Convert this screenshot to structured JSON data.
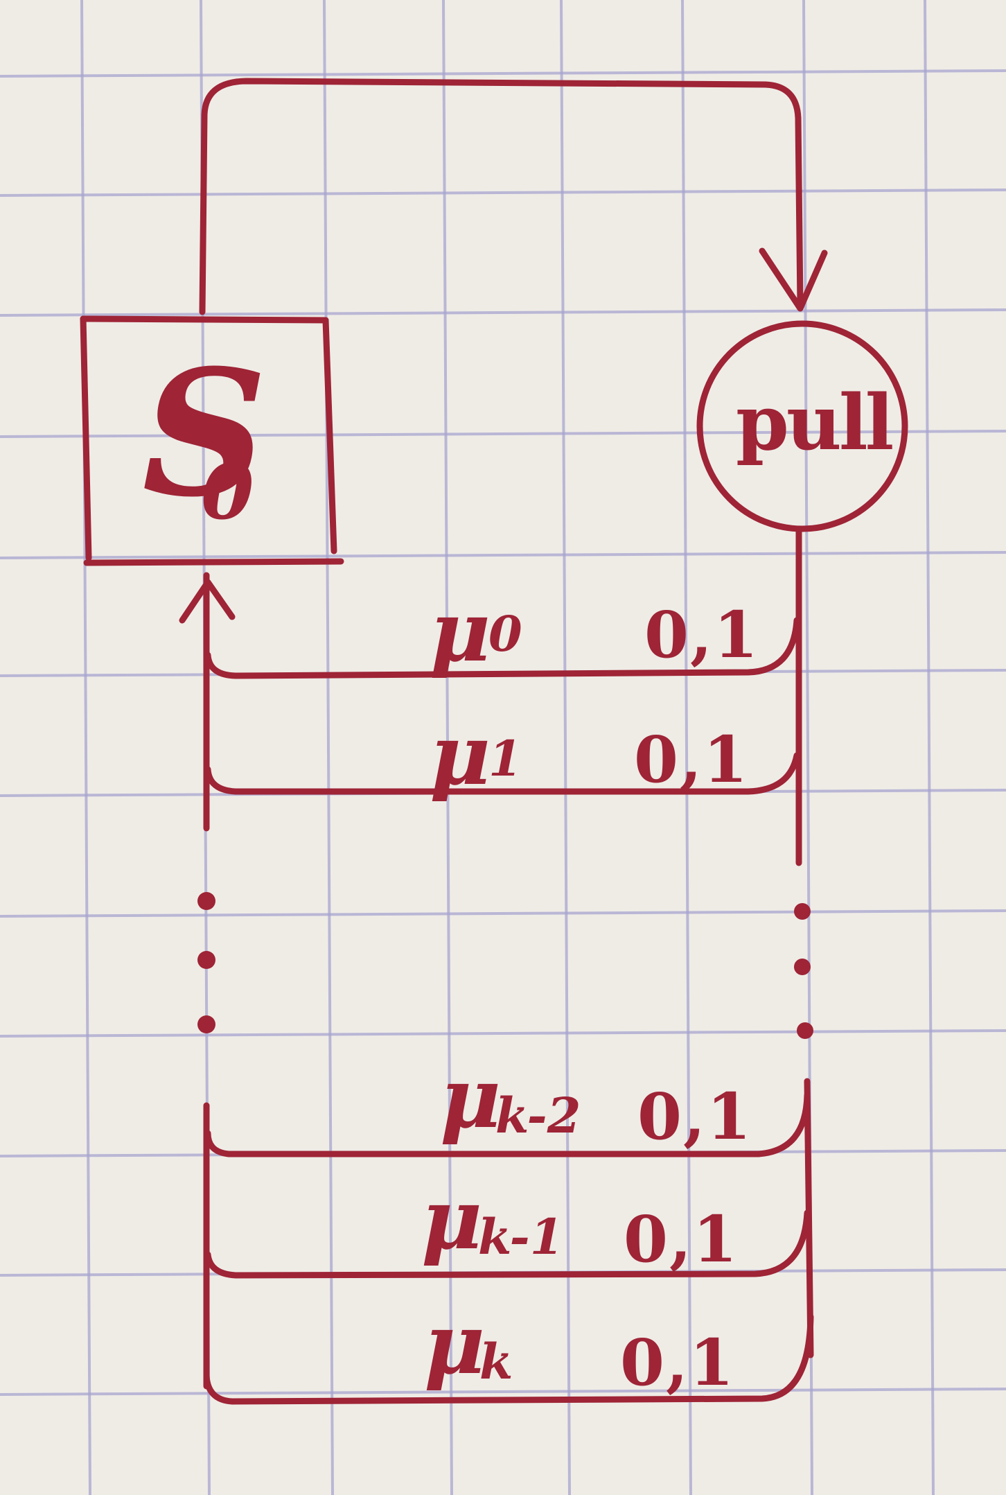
{
  "diagram": {
    "state_node": {
      "label": "S",
      "subscript": "0"
    },
    "pull_node": {
      "label": "pull"
    },
    "transitions": [
      {
        "label": "μ",
        "subscript": "0",
        "probability": "0,1"
      },
      {
        "label": "μ",
        "subscript": "1",
        "probability": "0,1"
      },
      {
        "label": "μ",
        "subscript": "k-2",
        "probability": "0,1"
      },
      {
        "label": "μ",
        "subscript": "k-1",
        "probability": "0,1"
      },
      {
        "label": "μ",
        "subscript": "k",
        "probability": "0,1"
      }
    ]
  },
  "style": {
    "ink_color": "#9e2436",
    "grid_color": "#a7a4d0",
    "paper_color": "#efece6"
  }
}
